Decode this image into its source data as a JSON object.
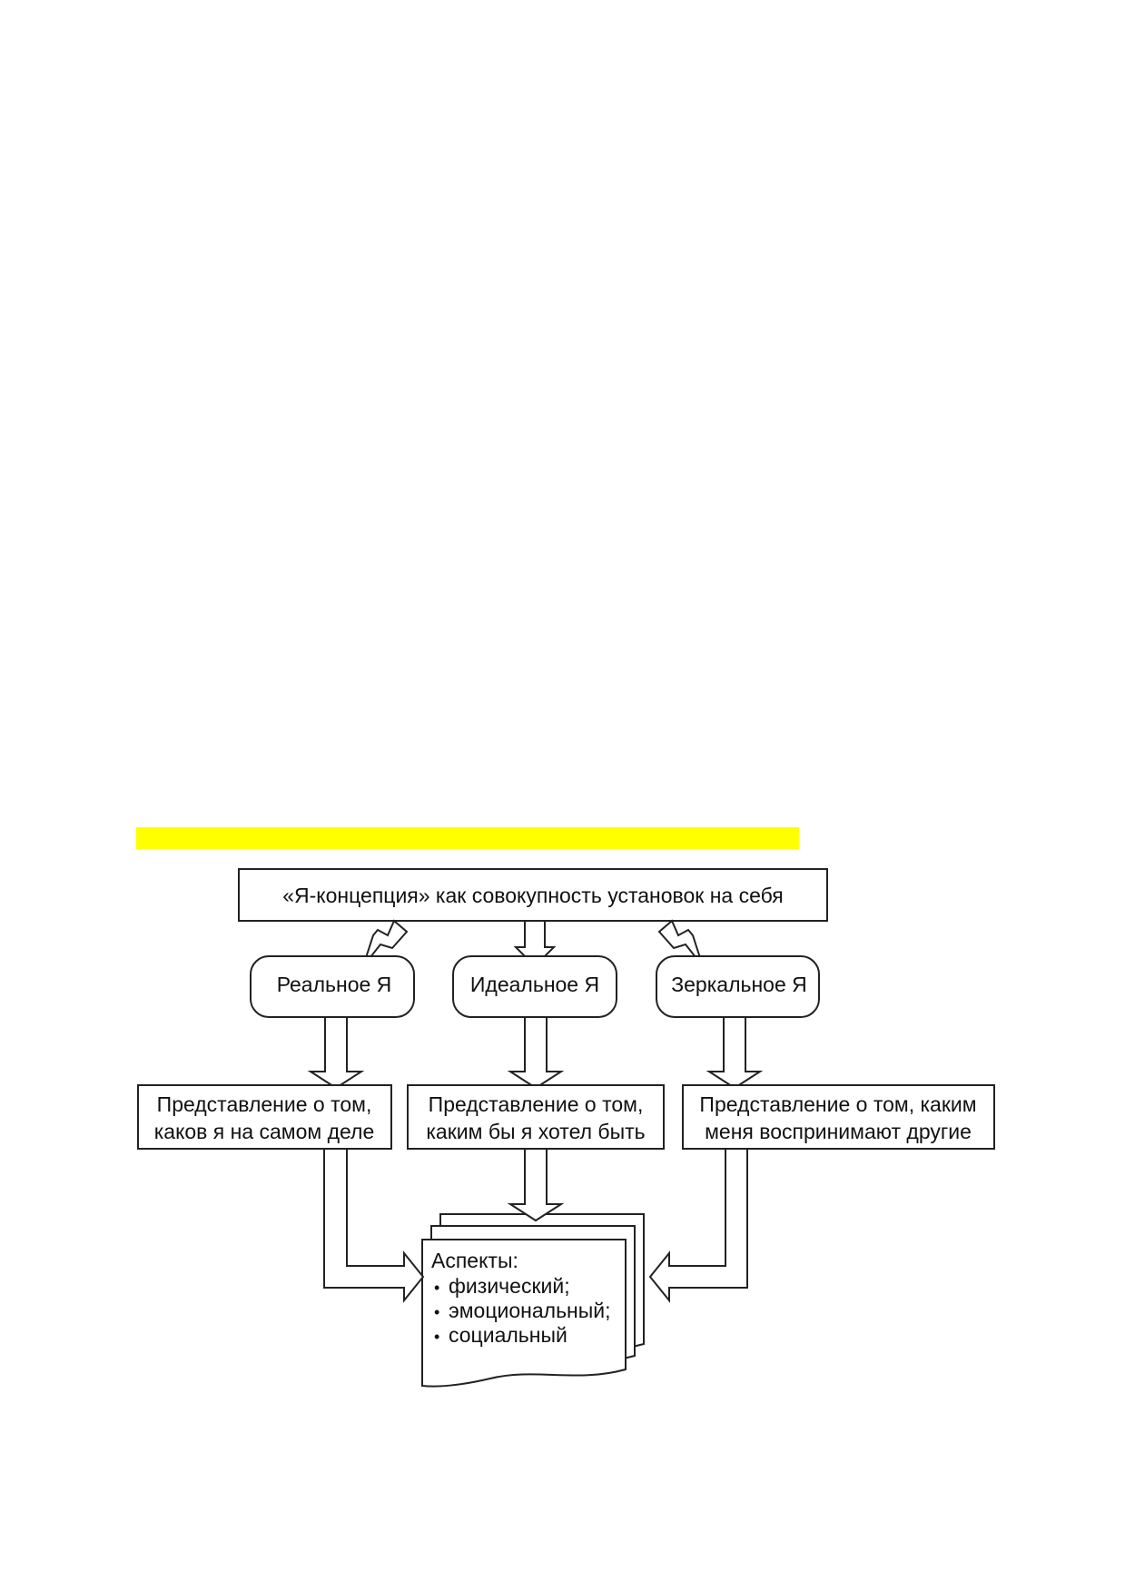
{
  "top_box": "«Я-концепция» как совокупность установок на себя",
  "selves": [
    {
      "label": "Реальное Я"
    },
    {
      "label": "Идеальное Я"
    },
    {
      "label": "Зеркальное Я"
    }
  ],
  "descriptions": [
    {
      "line1": "Представление о том,",
      "line2": "каков я на самом деле"
    },
    {
      "line1": "Представление о том,",
      "line2": "каким бы я хотел быть"
    },
    {
      "line1": "Представление о том, каким",
      "line2": "меня воспринимают другие"
    }
  ],
  "aspects": {
    "title": "Аспекты:",
    "items": [
      "физический;",
      "эмоциональный;",
      "социальный"
    ],
    "bullet": "•"
  },
  "colors": {
    "highlight": "#ffff00",
    "stroke": "#222222"
  }
}
